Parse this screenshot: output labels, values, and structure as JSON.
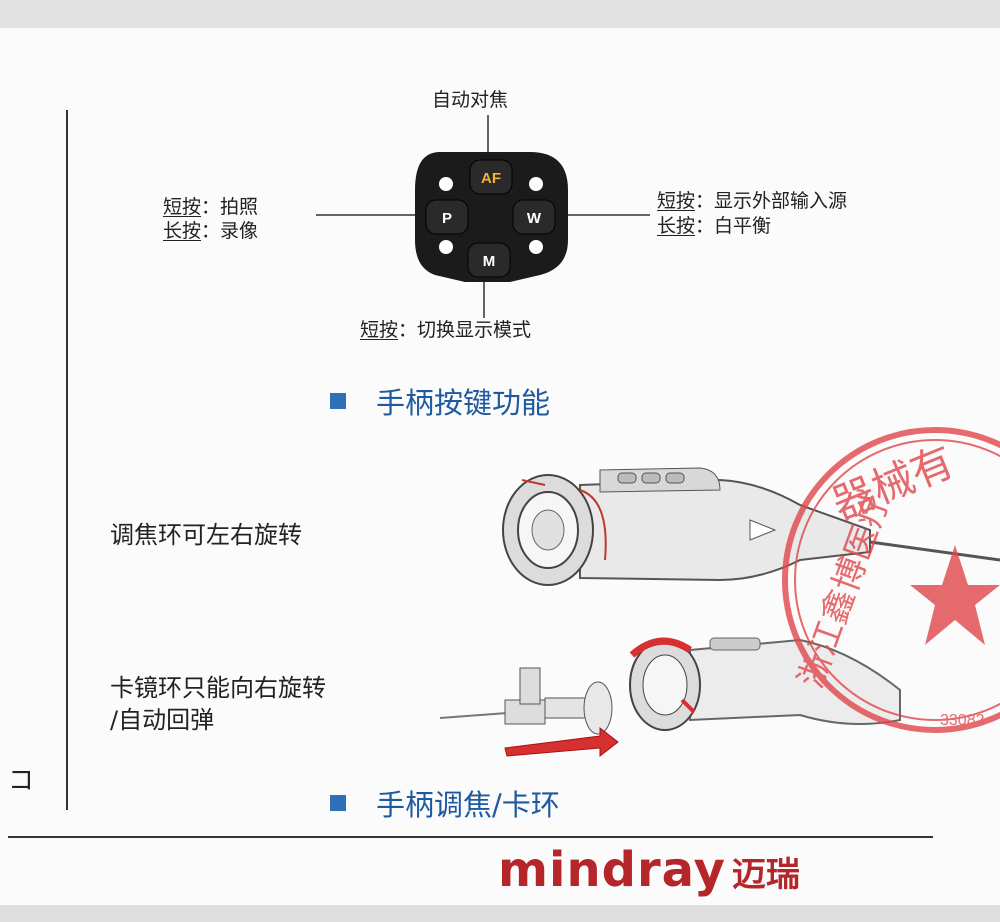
{
  "keypad": {
    "top_label": "自动对焦",
    "key_af": "AF",
    "key_p": "P",
    "key_w": "W",
    "key_m": "M",
    "left_short_prefix": "短按",
    "left_short_text": "：拍照",
    "left_long_prefix": "长按",
    "left_long_text": "：录像",
    "right_short_prefix": "短按",
    "right_short_text": "：显示外部输入源",
    "right_long_prefix": "长按",
    "right_long_text": "：白平衡",
    "bottom_prefix": "短按",
    "bottom_text": "：切换显示模式"
  },
  "section1_caption": "手柄按键功能",
  "focus_ring_text": "调焦环可左右旋转",
  "clip_ring_text_line1": "卡镜环只能向右旋转",
  "clip_ring_text_line2": "/自动回弹",
  "section2_caption": "手柄调焦/卡环",
  "corner_mark": "コ",
  "stamp": {
    "text_top": "器械有",
    "text_left": "浙江鑫博医疗",
    "number": "33082",
    "color": "#e0474c"
  },
  "logo": {
    "brand": "mindray",
    "brand_cn": "迈瑞",
    "color": "#b5262b"
  }
}
